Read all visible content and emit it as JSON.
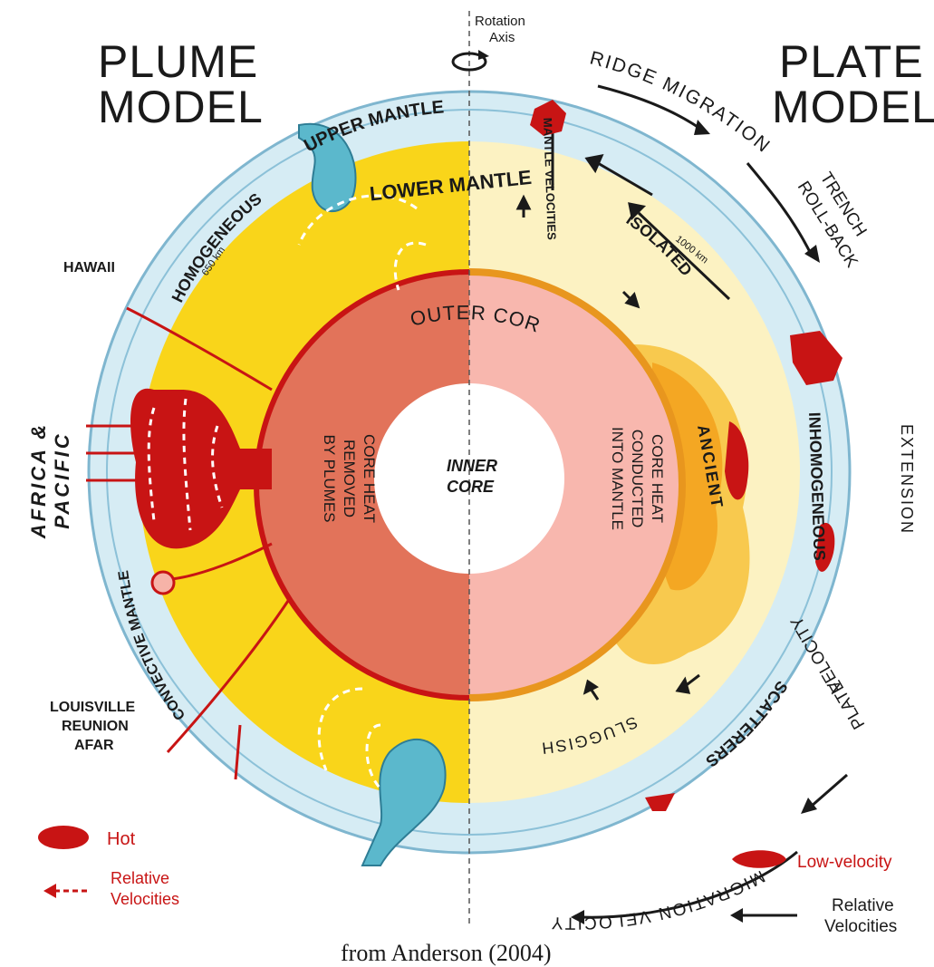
{
  "titles": {
    "left": [
      "PLUME",
      "MODEL"
    ],
    "right": [
      "PLATE",
      "MODEL"
    ]
  },
  "axis": {
    "line1": "Rotation",
    "line2": "Axis"
  },
  "layers": {
    "upper_mantle": "UPPER MANTLE",
    "lower_mantle": "LOWER MANTLE",
    "outer_core": "OUTER CORE",
    "inner_core_1": "INNER",
    "inner_core_2": "CORE",
    "homogeneous": "HOMOGENEOUS",
    "depth_650": "650 km",
    "depth_1000": "1000 km",
    "convective_mantle": "CONVECTIVE MANTLE",
    "isolated": "ISOLATED",
    "ancient": "ANCIENT",
    "inhomogeneous": "INHOMOGENEOUS",
    "sluggish": "SLUGGISH",
    "scatterers": "SCATTERERS",
    "mantle_velocities": "MANTLE VELOCITIES"
  },
  "core_heat_left": [
    "CORE HEAT",
    "REMOVED",
    "BY PLUMES"
  ],
  "core_heat_right": [
    "CORE HEAT",
    "CONDUCTED",
    "INTO MANTLE"
  ],
  "places": {
    "hawaii": "HAWAII",
    "africa_pacific_1": "AFRICA &",
    "africa_pacific_2": "PACIFIC",
    "louisville": "LOUISVILLE",
    "reunion": "REUNION",
    "afar": "AFAR"
  },
  "plate_labels": {
    "ridge_migration": "RIDGE MIGRATION",
    "trench_1": "TRENCH",
    "trench_2": "ROLL-BACK",
    "extension": "EXTENSION",
    "plate_velocity_1": "PLATE",
    "plate_velocity_2": "VELOCITY",
    "migration_velocity": "MIGRATION VELOCITY"
  },
  "legend_left": {
    "hot": "Hot",
    "relative_1": "Relative",
    "relative_2": "Velocities"
  },
  "legend_right": {
    "low_velocity": "Low-velocity",
    "relative_1": "Relative",
    "relative_2": "Velocities"
  },
  "caption": "from Anderson (2004)",
  "footer_fragment": "",
  "colors": {
    "lower_mantle_left": "#f9d51a",
    "lower_mantle_right": "#fcf2c2",
    "upper_mantle": "#d6ecf4",
    "outer_core_left": "#e2735a",
    "outer_core_right": "#f8b7ae",
    "hot": "#c81414",
    "plume_blue": "#5bb8cc"
  }
}
